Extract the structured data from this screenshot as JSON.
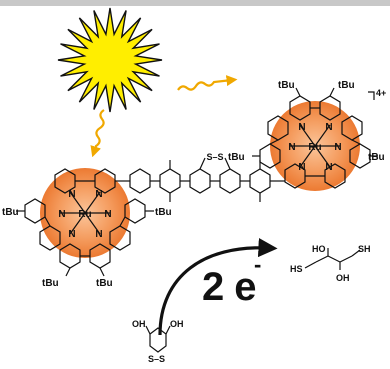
{
  "colors": {
    "sun_fill": "#ffee00",
    "sun_stroke": "#111111",
    "light_wave": "#f0a800",
    "metal_glow_center": "#f7a469",
    "metal_glow_edge": "#f07a2e",
    "ink": "#111111",
    "top_bar": "#c8c8c8"
  },
  "icons": {
    "sun": "sun-icon",
    "photon_left": "light-wave-arrow-icon",
    "photon_right": "light-wave-arrow-icon",
    "electron_transfer_arrow": "curved-arrow-icon"
  },
  "complex_left": {
    "metal": "Ru",
    "n_labels": [
      "N",
      "N",
      "N",
      "N",
      "N",
      "N"
    ],
    "tbu_labels": [
      "tBu",
      "tBu",
      "tBu",
      "tBu"
    ]
  },
  "complex_right": {
    "metal": "Ru",
    "charge": "4+",
    "n_labels": [
      "N",
      "N",
      "N",
      "N",
      "N",
      "N"
    ],
    "tbu_labels": [
      "tBu",
      "tBu",
      "tBu",
      "tBu"
    ]
  },
  "bridge": {
    "disulfide": "S–S"
  },
  "electron_transfer": {
    "count": "2",
    "symbol": "e",
    "sign": "-"
  },
  "reactant": {
    "oh_left": "OH",
    "oh_right": "OH",
    "ring_s": "S–S"
  },
  "product": {
    "ho": "HO",
    "sh_top": "SH",
    "hs": "HS",
    "oh": "OH"
  }
}
